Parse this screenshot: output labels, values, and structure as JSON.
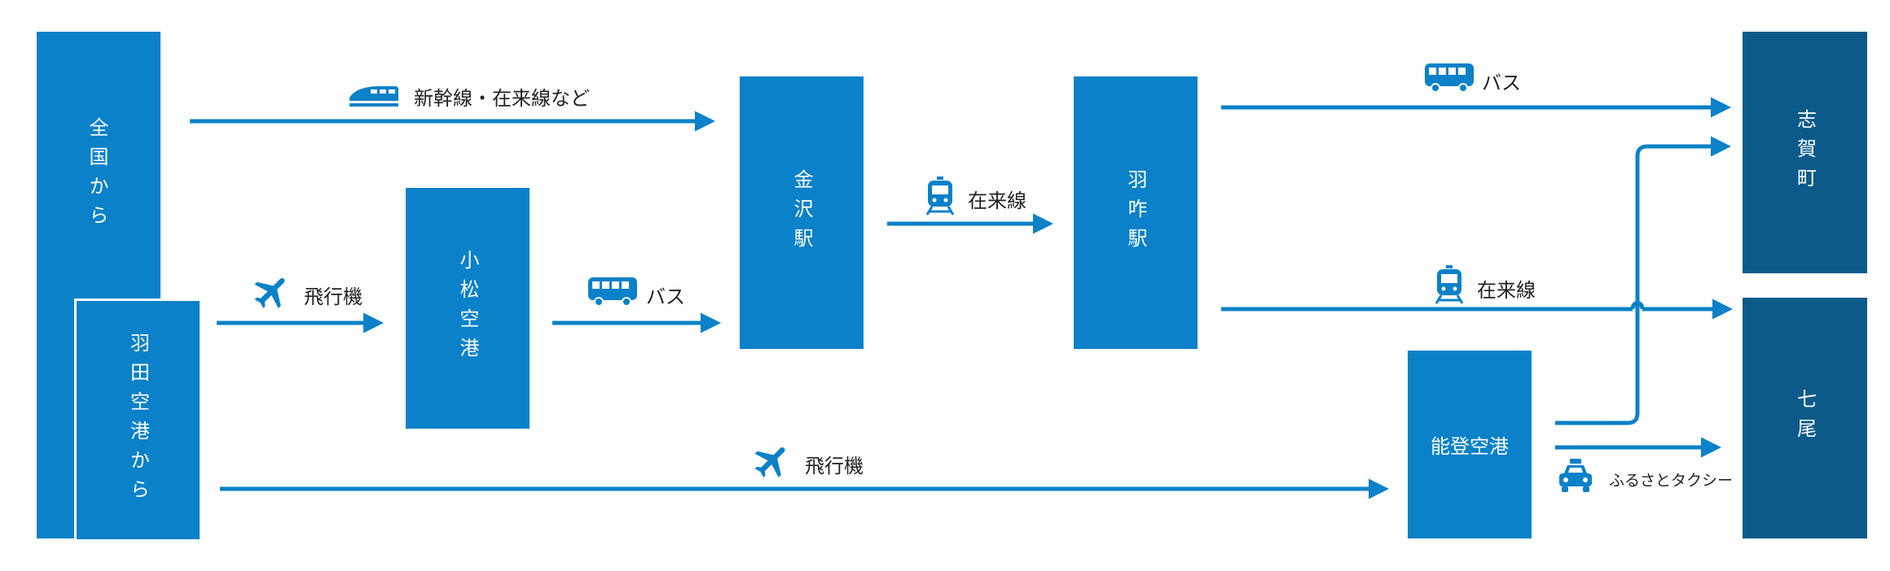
{
  "colors": {
    "box": "#0a81c8",
    "box_dark": "#0b5a8a",
    "line": "#0a81c8"
  },
  "nodes": {
    "zenkoku": "全国から",
    "haneda": "羽田空港から",
    "komatsu": "小松空港",
    "kanazawa": "金沢駅",
    "hakui": "羽咋駅",
    "noto": "能登空港",
    "shika": "志賀町",
    "nanao": "七尾"
  },
  "labels": {
    "shinkansen": "新幹線・在来線など",
    "hikouki_1": "飛行機",
    "bus_1": "バス",
    "zairaisen_1": "在来線",
    "bus_2": "バス",
    "zairaisen_2": "在来線",
    "hikouki_2": "飛行機",
    "taxi": "ふるさとタクシー"
  },
  "icons": {
    "shinkansen": "shinkansen-icon",
    "plane": "airplane-icon",
    "bus": "bus-icon",
    "train": "train-icon",
    "taxi": "taxi-icon"
  }
}
